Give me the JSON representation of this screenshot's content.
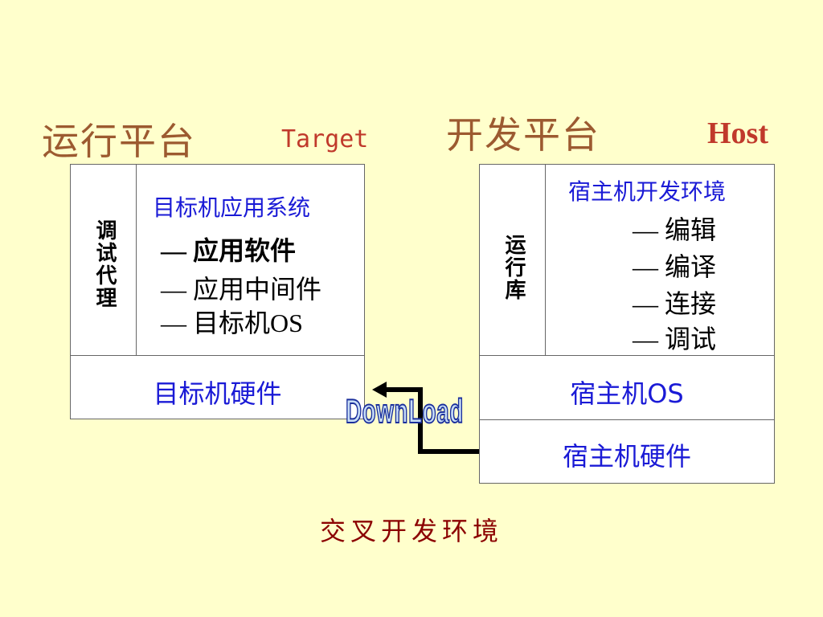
{
  "titles": {
    "run_platform": "运行平台",
    "target_label": "Target",
    "dev_platform": "开发平台",
    "host_label": "Host"
  },
  "target": {
    "debug_agent": "调试代理",
    "app_system_title": "目标机应用系统",
    "items": [
      "—  应用软件",
      "—  应用中间件",
      "—  目标机OS"
    ],
    "hardware": "目标机硬件"
  },
  "host": {
    "runtime_lib": "运行库",
    "dev_env_title": "宿主机开发环境",
    "items": [
      "—  编辑",
      "—  编译",
      "—  连接",
      "—  调试"
    ],
    "os": "宿主机OS",
    "hardware": "宿主机硬件"
  },
  "arrow_label": "DownLoad",
  "caption": "交叉开发环境",
  "colors": {
    "background": "#ffffcc",
    "title_brown": "#9c5a30",
    "label_red": "#c0392b",
    "text_blue": "#1a1ad6",
    "caption_red": "#8b0000"
  }
}
